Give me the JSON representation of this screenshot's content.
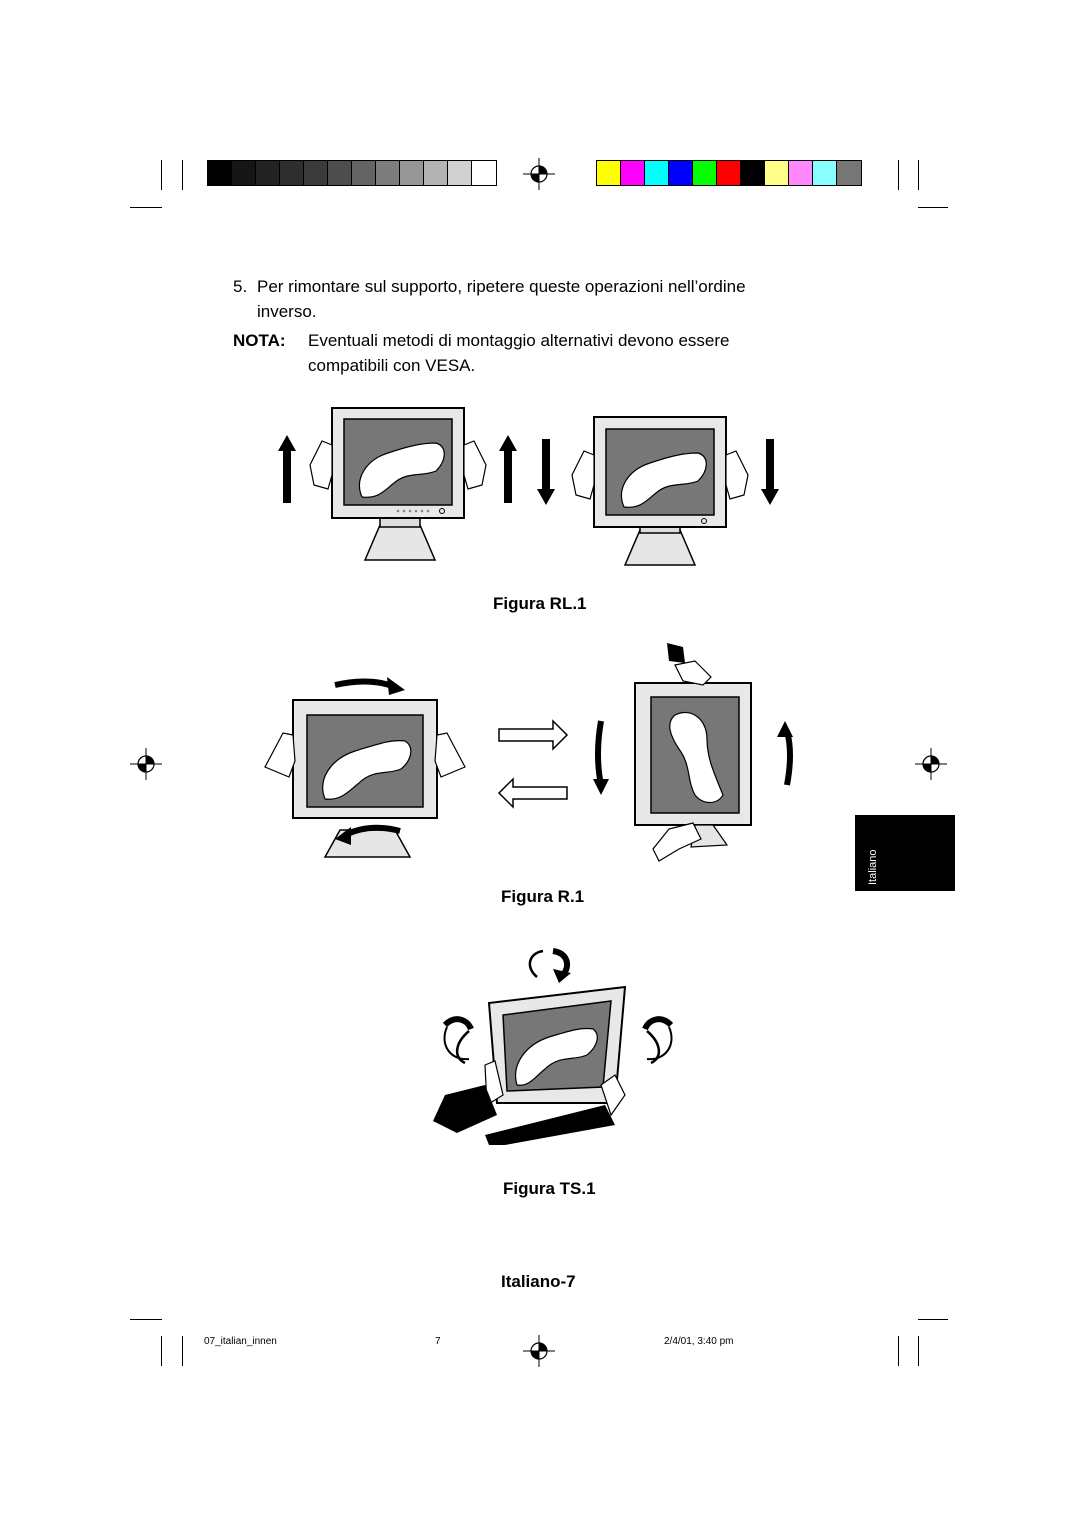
{
  "calibration": {
    "gray_swatches": [
      "#000000",
      "#151515",
      "#222222",
      "#2e2e2e",
      "#3b3b3b",
      "#4d4d4d",
      "#646464",
      "#7d7d7d",
      "#979797",
      "#b3b3b3",
      "#d0d0d0",
      "#ffffff"
    ],
    "color_swatches": [
      "#ffff00",
      "#ff00ff",
      "#00ffff",
      "#0000ff",
      "#00ff00",
      "#ff0000",
      "#000000",
      "#ffff88",
      "#ff88ff",
      "#88ffff",
      "#777777"
    ]
  },
  "content": {
    "step5_number": "5.",
    "step5_text": "Per rimontare sul supporto, ripetere queste operazioni nell’ordine inverso.",
    "note_label": "NOTA:",
    "note_text": "Eventuali metodi di montaggio alternativi devono essere compatibili con VESA."
  },
  "figures": {
    "fig1_caption": "Figura RL.1",
    "fig2_caption": "Figura R.1",
    "fig3_caption": "Figura TS.1"
  },
  "side_tab_label": "Italiano",
  "page_label": "Italiano-7",
  "footer": {
    "file_name": "07_italian_innen",
    "page_number": "7",
    "timestamp": "2/4/01, 3:40 pm"
  }
}
